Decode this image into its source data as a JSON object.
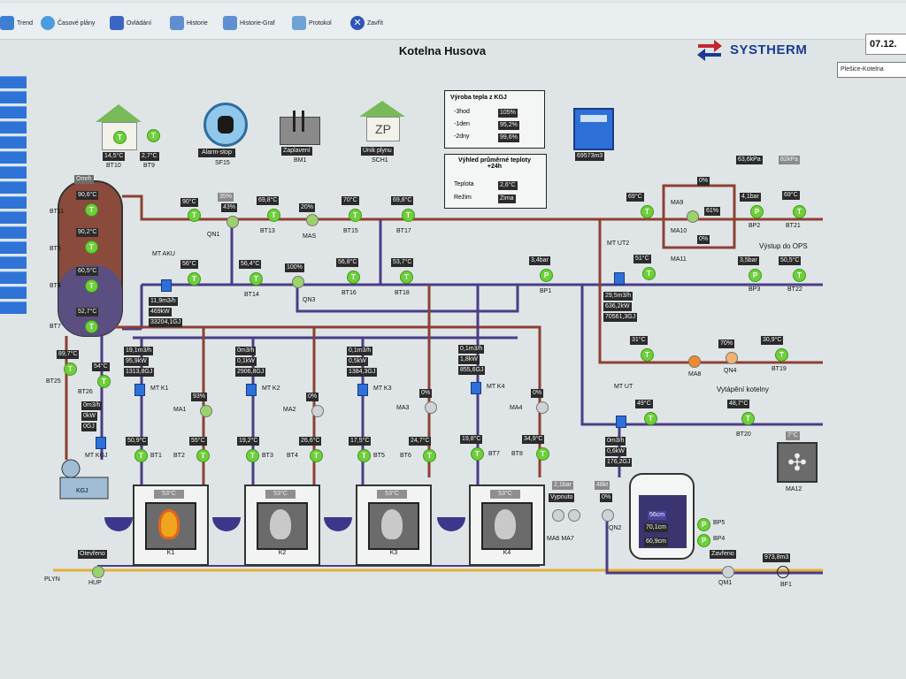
{
  "toolbar": {
    "items": [
      {
        "label": "Trend",
        "color": "#3d7fd1"
      },
      {
        "label": "Časové plány",
        "color": "#4a9be0"
      },
      {
        "label": "Ovládání",
        "color": "#3d66c4"
      },
      {
        "label": "Historie",
        "color": "#5f8fd0"
      },
      {
        "label": "Historie-Graf",
        "color": "#5f8fd0"
      },
      {
        "label": "Protokol",
        "color": "#6fa3d8"
      },
      {
        "label": "Zavřít",
        "color": "#2d55b8"
      }
    ]
  },
  "header": {
    "title": "Kotelna Husova",
    "brand": "SYSTHERM",
    "date": "07.12.",
    "location_select": "Plešice-Kotelna"
  },
  "top_icons": {
    "bt10": {
      "value": "14,5°C",
      "label": "BT10"
    },
    "bt9": {
      "value": "2,7°C",
      "label": "BT9"
    },
    "sf15": {
      "value": "Alarm-stop",
      "label": "SF15"
    },
    "bm1": {
      "value": "Zaplavení",
      "label": "BM1"
    },
    "sch1": {
      "value": "Únik plynu",
      "label": "SCH1",
      "icon_text": "ZP"
    },
    "water": {
      "value": "69573m3"
    }
  },
  "production": {
    "title": "Výroba tepla z KGJ",
    "rows": [
      {
        "label": "-3hod",
        "value": "105%"
      },
      {
        "label": "-1den",
        "value": "95,2%"
      },
      {
        "label": "-2dny",
        "value": "99,6%"
      }
    ]
  },
  "forecast": {
    "title": "Výhled průměrné teploty +24h",
    "rows": [
      {
        "label": "Teplota",
        "value": "2,6°C"
      },
      {
        "label": "Režim",
        "value": "Zima"
      }
    ]
  },
  "pressures": {
    "kpa": "63,6kPa",
    "kpa2": "82kPa"
  },
  "accumulator": {
    "header": "Omrh",
    "temps": [
      "90,6°C",
      "90,2°C",
      "60,5°C",
      "52,7°C"
    ],
    "labels": [
      "BT11",
      "BT5",
      "BT4",
      "BT7"
    ]
  },
  "top_line": {
    "v90": "90°C",
    "v43": "43%",
    "v698a": "69,8°C",
    "v20": "20%",
    "v70": "70°C",
    "v698b": "69,8°C",
    "pct_ma20": "35%",
    "qn1": "QN1",
    "bt13": "BT13",
    "mas": "MAS",
    "bt15": "BT15",
    "bt17": "BT17"
  },
  "mid_line": {
    "mt_aku": "MT AKU",
    "v56": "56°C",
    "v564": "56,4°C",
    "v100": "100%",
    "v568": "56,8°C",
    "v537": "53,7°C",
    "v34bar": "3,4bar",
    "bt14": "BT14",
    "qn3": "QN3",
    "bt16": "BT16",
    "bt18": "BT18",
    "bp1": "BP1",
    "aku_flow": [
      "11,9m3/h",
      "469kW",
      "33204,1GJ"
    ]
  },
  "right_panel": {
    "mt_ut2": "MT UT2",
    "v69": "69°C",
    "v51": "51°C",
    "ma9": "MA9",
    "ma10": "MA10",
    "ma11": "MA11",
    "pct0a": "0%",
    "pct61": "61%",
    "pct0b": "0%",
    "bp2_val": "4,1bar",
    "bp2": "BP2",
    "bt21_val": "69°C",
    "bt21": "BT21",
    "vystup": "Výstup do OPS",
    "bp3_val": "3,5bar",
    "bp3": "BP3",
    "bt22_val": "50,5°C",
    "bt22": "BT22",
    "ut2_flow": [
      "29,5m3/h",
      "636,2kW",
      "70561,3GJ"
    ],
    "v31": "31°C",
    "ma8": "MA8",
    "pct70": "70%",
    "qn4": "QN4",
    "bt19_val": "30,9°C",
    "bt19": "BT19",
    "vytapeni": "Vytápění kotelny",
    "bt20_val": "48,7°C",
    "bt20": "BT20",
    "mt_ut": "MT UT",
    "v49": "49°C",
    "ut_flow": [
      "0m3/h",
      "0,6kW",
      "176,2GJ"
    ],
    "ma12": "MA12",
    "ma12_val": "7°C"
  },
  "kgj": {
    "bt25_val": "89,7°C",
    "bt25": "BT25",
    "bt26_val": "54°C",
    "bt26": "BT26",
    "flow": [
      "0m3/h",
      "0kW",
      "0GJ"
    ],
    "mt_kgj": "MT KGJ",
    "label": "KGJ"
  },
  "boilers": [
    {
      "name": "K1",
      "meter": "MT K1",
      "flow": [
        "19,1m3/h",
        "95,9kW",
        "1313,8GJ"
      ],
      "pump": "MA1",
      "pct": "93%",
      "bt_a": "50,9°C",
      "bt_a_l": "BT1",
      "bt_b": "55°C",
      "bt_b_l": "BT2",
      "hdr": "53°C"
    },
    {
      "name": "K2",
      "meter": "MT K2",
      "flow": [
        "0m3/h",
        "0,1kW",
        "2906,8GJ"
      ],
      "pump": "MA2",
      "pct": "0%",
      "bt_a": "19,2°C",
      "bt_a_l": "BT3",
      "bt_b": "26,6°C",
      "bt_b_l": "BT4",
      "hdr": "53°C"
    },
    {
      "name": "K3",
      "meter": "MT K3",
      "flow": [
        "0,1m3/h",
        "0,5kW",
        "1384,3GJ"
      ],
      "pump": "MA3",
      "pct": "0%",
      "bt_a": "17,5°C",
      "bt_a_l": "BT5",
      "bt_b": "24,7°C",
      "bt_b_l": "BT6",
      "hdr": "53°C"
    },
    {
      "name": "K4",
      "meter": "MT K4",
      "flow": [
        "0,1m3/h",
        "1,8kW",
        "855,6GJ"
      ],
      "pump": "MA4",
      "pct": "0%",
      "bt_a": "19,8°C",
      "bt_a_l": "BT7",
      "bt_b": "34,9°C",
      "bt_b_l": "BT8",
      "hdr": "53°C"
    }
  ],
  "bottom": {
    "bar_a": "2,1bar",
    "bar_b": "48kt",
    "vypnuto": "Vypnuto",
    "pct0": "0%",
    "ma6ma7": "MA6 MA7",
    "qn2": "QN2",
    "exp_top": "56cm",
    "exp_mid": "70,1cm",
    "exp_bot": "60,9cm",
    "bp5": "BP5",
    "bp4": "BP4",
    "zavreno": "Zavřeno",
    "qm1": "QM1",
    "gas_vol": "973,8m3",
    "bf1": "BF1",
    "otevreno": "Otevřeno",
    "hup": "HUP",
    "plyn": "PLYN"
  }
}
